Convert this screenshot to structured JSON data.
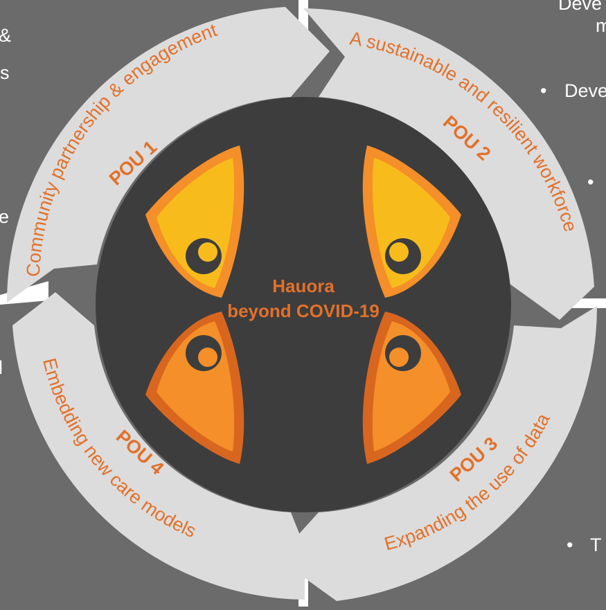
{
  "center": {
    "line1": "Hauora",
    "line2": "beyond COVID-19"
  },
  "pou": [
    {
      "badge": "POU 1",
      "label": "Community partnership & engagement"
    },
    {
      "badge": "POU 2",
      "label": "A sustainable and resilient workforce"
    },
    {
      "badge": "POU 3",
      "label": "Expanding the use of data"
    },
    {
      "badge": "POU 4",
      "label": "Embedding new care models"
    }
  ],
  "edge_fragments": {
    "left_1": "&",
    "left_2": "s",
    "left_3": "e",
    "left_4": "l",
    "right_1": "Deve",
    "right_2": "m",
    "right_3": "Deve",
    "right_4": "T"
  },
  "colors": {
    "background": "#6b6b6b",
    "ring": "#dcdcdc",
    "center_disc": "#3d3d3e",
    "accent_orange": "#e2712a",
    "koru_yellow": "#f7bc1c",
    "koru_orange": "#f48f2a"
  }
}
